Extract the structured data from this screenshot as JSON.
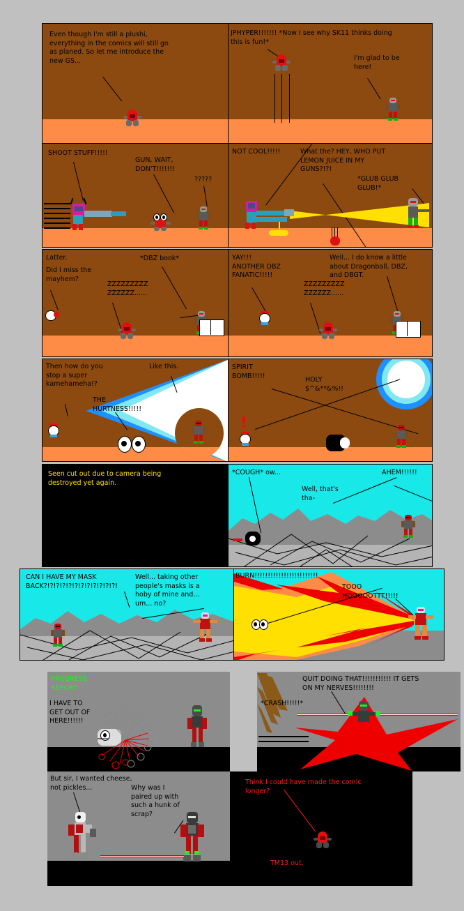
{
  "comic": {
    "title": "TM13 comic page",
    "panels": [
      {
        "id": "p1",
        "setting": "brown-room",
        "texts": [
          {
            "name": "dialogue-plushi-intro",
            "value": "Even though I'm still a plushi,\neverything in the comics will still go\nas planed. So let me introduce the\nnew GS..."
          }
        ]
      },
      {
        "id": "p2",
        "setting": "brown-room",
        "texts": [
          {
            "name": "dialogue-jphyper",
            "value": "JPHYPER!!!!!!! *Now I see why SK11 thinks doing\nthis is fun!*"
          },
          {
            "name": "dialogue-glad-to-be-here",
            "value": "I'm glad to be\nhere!"
          }
        ]
      },
      {
        "id": "p3",
        "setting": "brown-room",
        "texts": [
          {
            "name": "dialogue-shoot-stuff",
            "value": "SHOOT STUFF!!!!!"
          },
          {
            "name": "dialogue-gun-wait",
            "value": "GUN, WAIT,\nDON'T!!!!!!!"
          },
          {
            "name": "dialogue-question-marks",
            "value": "?????"
          }
        ]
      },
      {
        "id": "p4",
        "setting": "brown-room",
        "texts": [
          {
            "name": "dialogue-not-cool",
            "value": "NOT COOL!!!!!"
          },
          {
            "name": "dialogue-lemon-juice",
            "value": "What the? HEY, WHO PUT\nLEMON JUICE IN MY\nGUNS?!?!"
          },
          {
            "name": "dialogue-glub",
            "value": "*GLUB GLUB\nGLUB!*"
          }
        ]
      },
      {
        "id": "p5",
        "setting": "brown-room",
        "texts": [
          {
            "name": "caption-latter",
            "value": "Latter."
          },
          {
            "name": "dialogue-miss-mayhem",
            "value": "Did I miss the\nmayhem?"
          },
          {
            "name": "sfx-snoring-left",
            "value": "ZZZZZZZZZ\nZZZZZZ......"
          },
          {
            "name": "label-dbz-book",
            "value": "*DBZ book*"
          }
        ]
      },
      {
        "id": "p6",
        "setting": "brown-room",
        "texts": [
          {
            "name": "dialogue-dbz-fanatic",
            "value": "YAY!!!\nANOTHER DBZ\nFANATIC!!!!!"
          },
          {
            "name": "sfx-snoring-right",
            "value": "ZZZZZZZZZ\nZZZZZZ......"
          },
          {
            "name": "dialogue-know-dragonball",
            "value": "Well... I do know a little\nabout Dragonball, DBZ,\nand DBGT."
          }
        ]
      },
      {
        "id": "p7",
        "setting": "kamehameha-blast",
        "texts": [
          {
            "name": "dialogue-stop-kamehameha",
            "value": "Then how do you\nstop a super\nkamehameha!?"
          },
          {
            "name": "dialogue-hurtness",
            "value": "THE\nHURTNESS!!!!!"
          },
          {
            "name": "dialogue-like-this",
            "value": "Like this."
          }
        ]
      },
      {
        "id": "p8",
        "setting": "spirit-bomb",
        "texts": [
          {
            "name": "dialogue-spirit-bomb",
            "value": "SPIRIT\nBOMB!!!!!"
          },
          {
            "name": "dialogue-holy-censored",
            "value": "HOLY\n$^&**&%!!"
          }
        ]
      },
      {
        "id": "p9",
        "setting": "black-camera-cut",
        "texts": [
          {
            "name": "caption-camera-destroyed",
            "value": "Seen cut out due to camera being\ndestroyed yet again."
          }
        ]
      },
      {
        "id": "p10",
        "setting": "cyan-wasteland",
        "texts": [
          {
            "name": "dialogue-cough-ow",
            "value": "*COUGH* ow..."
          },
          {
            "name": "dialogue-well-thats-tha",
            "value": "Well, that's\ntha-"
          },
          {
            "name": "dialogue-ahem",
            "value": "AHEM!!!!!!"
          }
        ]
      },
      {
        "id": "p11",
        "setting": "cyan-wasteland",
        "texts": [
          {
            "name": "dialogue-can-i-have-mask",
            "value": "CAN I HAVE MY MASK\nBACK?!?!?!?!?!?!?!?!?!?!?!?!"
          },
          {
            "name": "dialogue-hoby-of-mine",
            "value": "Well... taking other\npeople's masks is a\nhoby of mine and...\num... no?"
          }
        ]
      },
      {
        "id": "p12",
        "setting": "fire-blast",
        "texts": [
          {
            "name": "dialogue-burn",
            "value": "BURN!!!!!!!!!!!!!!!!!!!!!!!!"
          },
          {
            "name": "dialogue-too-hot",
            "value": "TOOO\nHOOOOOTTT!!!!!"
          }
        ]
      },
      {
        "id": "p13",
        "setting": "gray-room",
        "texts": [
          {
            "name": "caption-progress-report",
            "value": "PROGRESS\nREPORT:"
          },
          {
            "name": "dialogue-get-out-of-here",
            "value": "I HAVE TO\nGET OUT OF\nHERE!!!!!!"
          }
        ]
      },
      {
        "id": "p14",
        "setting": "gray-room-crash",
        "texts": [
          {
            "name": "dialogue-quit-doing-that",
            "value": "QUIT DOING THAT!!!!!!!!!!! IT GETS\nON MY NERVES!!!!!!!!"
          },
          {
            "name": "sfx-crash",
            "value": "*CRASH!!!!!*"
          }
        ]
      },
      {
        "id": "p15",
        "setting": "gray-room",
        "texts": [
          {
            "name": "dialogue-cheese-not-pickles",
            "value": "But sir, I wanted cheese,\nnot pickles..."
          },
          {
            "name": "dialogue-hunk-of-scrap",
            "value": "Why was I\npaired up with\nsuch a hunk of\nscrap?"
          }
        ]
      },
      {
        "id": "p16",
        "setting": "black-outro",
        "texts": [
          {
            "name": "dialogue-made-comic-longer",
            "value": "Think I could have made the comic\nlonger?"
          },
          {
            "name": "signoff-tm13-out",
            "value": "TM13 out."
          }
        ]
      }
    ],
    "colors": {
      "page_background": "#c0c0c0",
      "wall_brown": "#8c4a10",
      "floor_orange": "#ff8c46",
      "sky_cyan": "#19e8e8",
      "rock_gray": "#8c8c8c",
      "floor_light_gray": "#b4b4b4",
      "caption_yellow": "#ffe000",
      "progress_green": "#22ee22",
      "outro_red": "#ff1a1a",
      "beam_yellow": "#ffe000",
      "kamehameha_blue": "#1e90ff",
      "kamehameha_cyan": "#7fe8f0",
      "star_red": "#ee0000",
      "flame_red": "#ee0000",
      "flame_yellow": "#ffe000",
      "flame_orange": "#ff8c46"
    }
  }
}
